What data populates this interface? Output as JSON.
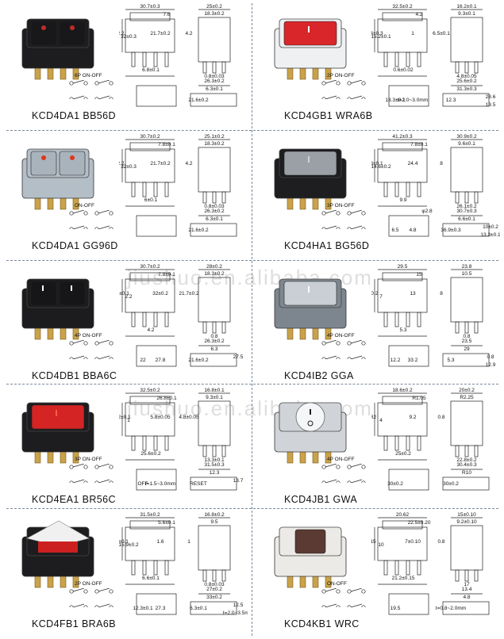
{
  "watermarks": [
    "jiushuo.en.alibaba.com",
    "jiushuo.en.alibaba.com"
  ],
  "cells": [
    {
      "model": "KCD4DA1   BB56D",
      "circuit": "6P  ON-OFF",
      "colors": {
        "body": "#1d1d1f",
        "rocker": "#18181a",
        "accent": "#c22a2a"
      },
      "dims": [
        "30.7±0.3",
        "25±0.2",
        "18.3±0.2",
        "7.6",
        "2.2",
        "32±0.3",
        "21.7±0.2",
        "4.2",
        "6.8±0.1",
        "0.8±0.03",
        "26.3±0.2",
        "6.3±0.1",
        "21.6±0.2"
      ]
    },
    {
      "model": "KCD4GB1   WRA6B",
      "circuit": "2P  ON-OFF",
      "colors": {
        "body": "#eef0f2",
        "rocker": "#d8262a",
        "accent": "#ffffff"
      },
      "dims": [
        "32.5±0.2",
        "16.2±0.1",
        "9.3±0.1",
        "4.2",
        "26.4±0.3",
        "15.2±0.1",
        "1",
        "6.5±0.1",
        "0.6±0.02",
        "4.8±0.05",
        "25.6±0.2",
        "31.3±0.3",
        "12.3",
        "13.3±0.1",
        "t=2.0~3.0mm",
        "28.6",
        "13.5"
      ]
    },
    {
      "model": "KCD4DA1   GG96D",
      "circuit": "ON-OFF",
      "colors": {
        "body": "#b4bec6",
        "rocker": "#a9b3bc",
        "accent": "#e0361e"
      },
      "dims": [
        "30.7±0.2",
        "25.1±0.2",
        "18.3±0.2",
        "7.8±0.1",
        "2.2",
        "32±0.3",
        "21.7±0.2",
        "4.2",
        "6±0.1",
        "0.8±0.03",
        "26.3±0.2",
        "6.3±0.1",
        "21.6±0.2"
      ]
    },
    {
      "model": "KCD4HA1   BG56D",
      "circuit": "3P  ON-OFF",
      "colors": {
        "body": "#1e1e20",
        "rocker": "#9aa0a6",
        "accent": "#cfd3d6"
      },
      "dims": [
        "41.2±0.3",
        "30.9±0.2",
        "9.6±0.1",
        "7.8±0.1",
        "12.8±0.1",
        "14.6±0.2",
        "24.4",
        "8",
        "9.9",
        "26.1±0.2",
        "30.7±0.3",
        "6.6±0.1",
        "36.9±0.3",
        "6.5",
        "4.8",
        "10±0.2",
        "13.3±0.1",
        "φ2.8"
      ]
    },
    {
      "model": "KCD4DB1   BBA6C",
      "circuit": "4P  ON-OFF",
      "colors": {
        "body": "#1c1c1e",
        "rocker": "#161618",
        "accent": "#ffffff"
      },
      "dims": [
        "30.7±0.2",
        "28±0.2",
        "18.3±0.2",
        "7.8±0.1",
        "6.6±0.1",
        "2.2",
        "32±0.2",
        "21.7±0.2",
        "4.2",
        "0.8",
        "26.3±0.2",
        "6.3",
        "21.6±0.2",
        "22",
        "27.8",
        "27.5"
      ]
    },
    {
      "model": "KCD4IB2   GGA",
      "circuit": "4P  ON-OFF",
      "colors": {
        "body": "#7d868e",
        "rocker": "#c9cfd4",
        "accent": "#ffffff"
      },
      "dims": [
        "29.5",
        "23.8",
        "10.5",
        "15",
        "10.2",
        "7",
        "13",
        "8",
        "5.3",
        "0.8",
        "23.5",
        "29",
        "5.3",
        "12.2",
        "33.2",
        "0.8",
        "12.9"
      ]
    },
    {
      "model": "KCD4EA1   BR56C",
      "circuit": "3P  ON-OFF",
      "colors": {
        "body": "#1d1d1f",
        "rocker": "#d42424",
        "accent": "#ff5a4a"
      },
      "dims": [
        "32.5±0.2",
        "16.8±0.1",
        "9.3±0.1",
        "26.8±0.1",
        "15.2±0.1",
        "1",
        "5.8±0.05",
        "4.8±0.05",
        "25.6±0.2",
        "13.3±0.1",
        "31.5±0.3",
        "12.3",
        "RESET",
        "OFF",
        "t=1.5~3.0mm",
        "13.7"
      ]
    },
    {
      "model": "KCD4JB1   GWA",
      "circuit": "4P  ON-OFF",
      "colors": {
        "body": "#d0d4d8",
        "rocker": "#f4f6f8",
        "accent": "#1d1d1f"
      },
      "dims": [
        "18.6±0.2",
        "20±0.2",
        "R2.25",
        "R1.05",
        "R2",
        "4",
        "9.2",
        "0.8",
        "25±0.2",
        "22.8±0.2",
        "30.4±0.3",
        "R10",
        "30±0.2",
        "30±0.2"
      ]
    },
    {
      "model": "KCD4FB1   BRA6B",
      "circuit": "2P  ON-OFF",
      "colors": {
        "body": "#1d1d1f",
        "rocker": "#f0f0f0",
        "accent": "#cc2020"
      },
      "dims": [
        "31.5±0.2",
        "16.8±0.2",
        "9.5",
        "5.6±0.1",
        "26±0.1",
        "15.9±0.2",
        "1.6",
        "1",
        "6.6±0.1",
        "0.8±0.03",
        "27±0.2",
        "33±0.2",
        "6.3±0.1",
        "12.3±0.1",
        "27.3",
        "12.5",
        "t=2.0~3.5mm"
      ]
    },
    {
      "model": "KCD4KB1   WRC",
      "circuit": "ON-OFF",
      "colors": {
        "body": "#eceae6",
        "rocker": "#5a3a32",
        "accent": "#ffffff"
      },
      "dims": [
        "20.62",
        "15±0.10",
        "9.2±0.10",
        "22.5±0.20",
        "15",
        "10",
        "7±0.10",
        "0.8",
        "21.2±0.15",
        "17",
        "13.4",
        "4.8",
        "t=0.8~2.0mm",
        "19.5"
      ]
    }
  ]
}
